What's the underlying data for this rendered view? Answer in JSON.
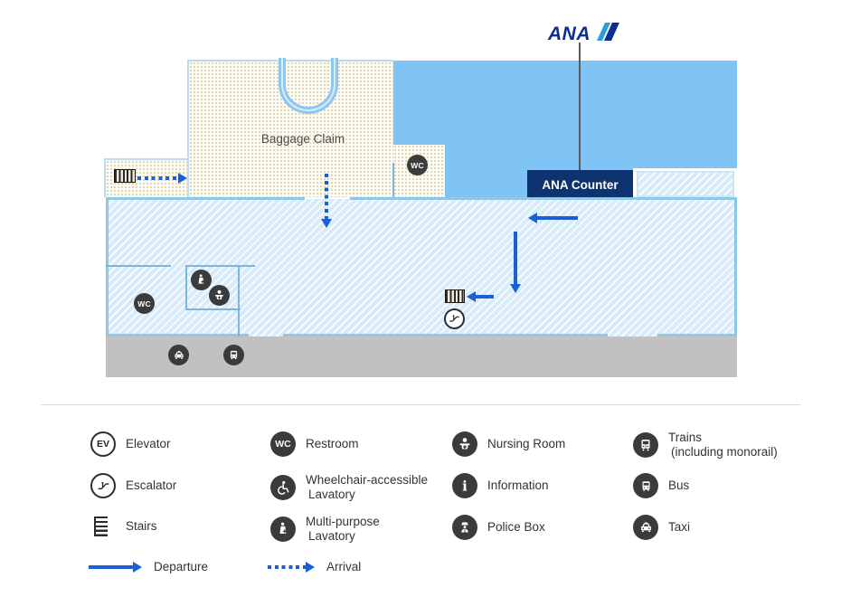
{
  "brand": {
    "name": "ANA"
  },
  "map": {
    "baggage_claim_label": "Baggage Claim",
    "ana_counter_label": "ANA Counter",
    "restroom_abbr": "WC"
  },
  "legend": {
    "elevator_abbr": "EV",
    "restroom_abbr": "WC",
    "information_glyph": "i",
    "items": {
      "elevator": "Elevator",
      "escalator": "Escalator",
      "stairs": "Stairs",
      "departure": "Departure",
      "restroom": "Restroom",
      "wheelchair_line1": "Wheelchair-accessible",
      "wheelchair_line2": "Lavatory",
      "multipurpose_line1": "Multi-purpose",
      "multipurpose_line2": "Lavatory",
      "arrival": "Arrival",
      "nursing": "Nursing Room",
      "information": "Information",
      "police": "Police Box",
      "trains_line1": "Trains",
      "trains_line2": "(including monorail)",
      "bus": "Bus",
      "taxi": "Taxi"
    }
  },
  "colors": {
    "terminal_blue": "#7FC4F4",
    "concourse_blue": "#D9EBF8",
    "baggage_beige": "#F2EFE0",
    "counter_navy": "#0D3370",
    "road_gray": "#C1C1C1",
    "arrow_blue": "#1A5FD3",
    "icon_dark": "#3B3B3B",
    "ana_navy": "#0B2F8F",
    "map_outline": "#8FC7E9"
  }
}
